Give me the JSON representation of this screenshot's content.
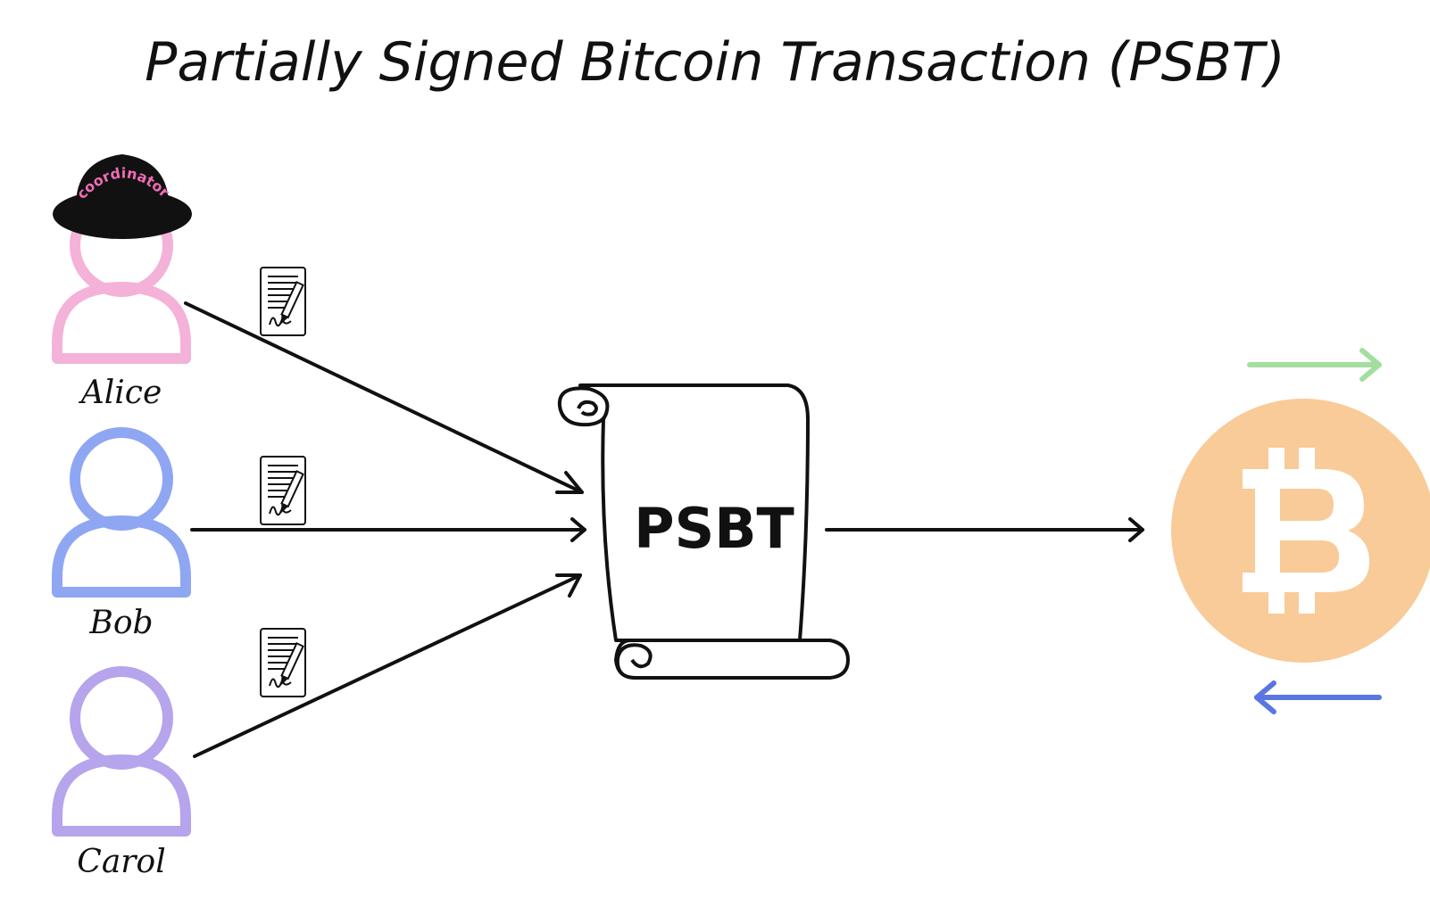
{
  "title": "Partially Signed Bitcoin Transaction (PSBT)",
  "participants": [
    {
      "name": "Alice",
      "color": "#f4b2d8",
      "role_hat": "coordinator"
    },
    {
      "name": "Bob",
      "color": "#8fa6f2"
    },
    {
      "name": "Carol",
      "color": "#b6a4ec"
    }
  ],
  "hat": {
    "label": "coordinator",
    "hat_color": "#111111",
    "label_color": "#f06bb3"
  },
  "psbt": {
    "label": "PSBT"
  },
  "bitcoin": {
    "symbol": "B",
    "coin_color": "#f8cb98",
    "symbol_color": "#ffffff",
    "arrow_out_color": "#a4dda0",
    "arrow_in_color": "#5a76e0"
  },
  "icons": {
    "signed_document": "signed-document-icon",
    "bitcoin": "bitcoin-icon",
    "person": "person-icon",
    "hat": "bowler-hat-icon"
  }
}
